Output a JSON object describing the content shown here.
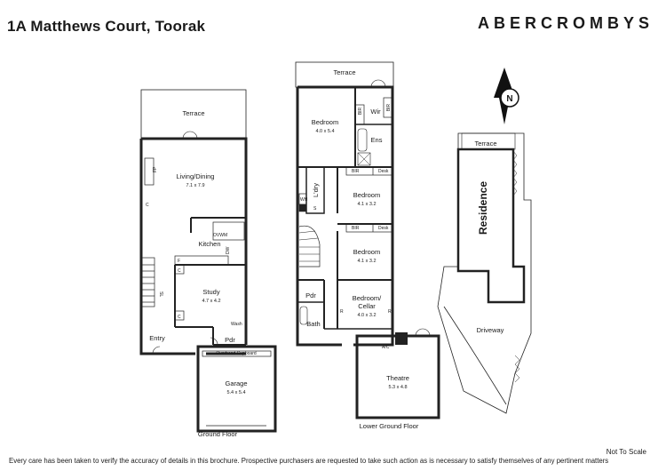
{
  "header": {
    "title": "1A Matthews Court, Toorak",
    "brand": "ABERCROMBYS"
  },
  "ground_floor": {
    "caption": "Ground Floor",
    "rooms": {
      "terrace": "Terrace",
      "living": "Living/Dining",
      "living_dim": "7.1 x 7.9",
      "kitchen": "Kitchen",
      "study": "Study",
      "study_dim": "4.7 x 4.2",
      "entry": "Entry",
      "pdr": "Pdr",
      "garage": "Garage",
      "garage_dim": "5.4 x 5.4",
      "overhead": "Overhead Cupboard"
    },
    "fixtures": {
      "fp": "FP",
      "ovwm": "OVWM",
      "dw": "DW",
      "f": "F",
      "c1": "C",
      "c2": "C",
      "c3": "C",
      "sl": "SL",
      "wash": "Wash"
    }
  },
  "lower_floor": {
    "caption": "Lower Ground Floor",
    "rooms": {
      "terrace": "Terrace",
      "bedroom1": "Bedroom",
      "bedroom1_dim": "4.0 x 5.4",
      "wir": "Wir",
      "ens": "Ens",
      "ldry": "L'dry",
      "bedroom2": "Bedroom",
      "bedroom2_dim": "4.1 x 3.2",
      "bedroom3": "Bedroom",
      "bedroom3_dim": "4.1 x 3.2",
      "bedroom4": "Bedroom/",
      "bedroom4b": "Cellar",
      "bedroom4_dim": "4.0 x 3.2",
      "pdr": "Pdr",
      "bath": "Bath",
      "theatre": "Theatre",
      "theatre_dim": "5.3 x 4.8"
    },
    "fixtures": {
      "bir1": "BIR",
      "bir2": "BIR",
      "bir3": "BIR",
      "bir4": "BIR",
      "desk1": "Desk",
      "desk2": "Desk",
      "wh": "WH",
      "s": "S",
      "ac": "A/C",
      "r1": "R",
      "r2": "R"
    }
  },
  "site_plan": {
    "terrace": "Terrace",
    "residence": "Residence",
    "driveway": "Driveway",
    "north": "N"
  },
  "footer": {
    "not_to_scale": "Not To Scale",
    "disclaimer": "Every care has been taken to verify the accuracy of details in this brochure. Prospective purchasers are requested to take such action as is necessary to satisfy themselves of any pertinent matters"
  }
}
